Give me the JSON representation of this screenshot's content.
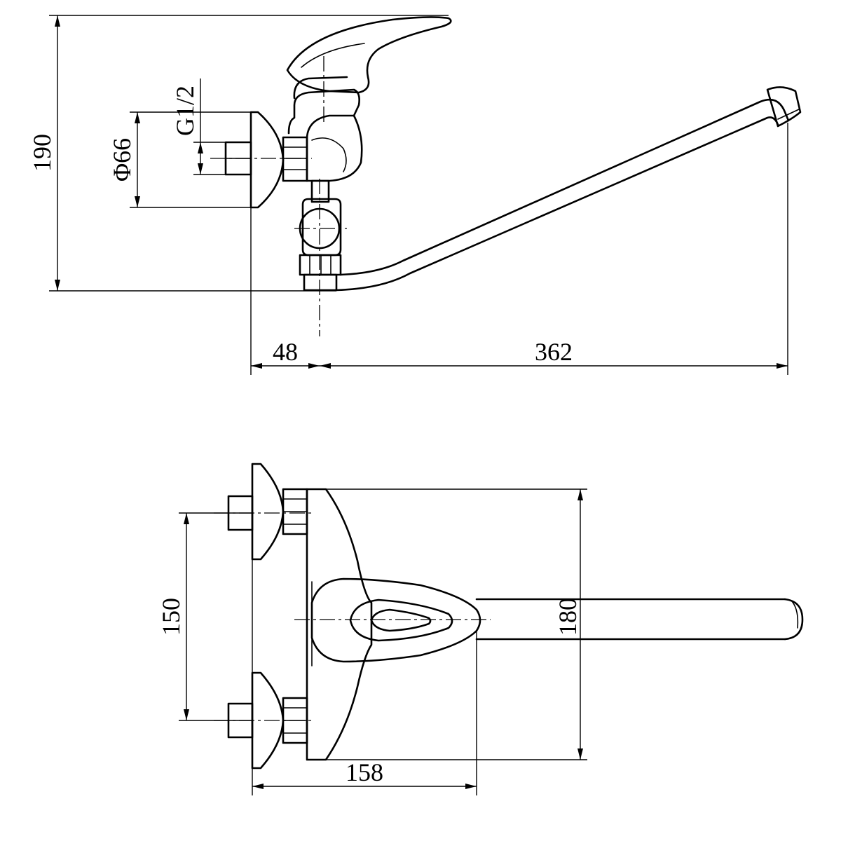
{
  "labels": {
    "height_total": "190",
    "flange_diameter": "Φ66",
    "thread_size": "G1/2",
    "wall_offset": "48",
    "spout_reach": "362",
    "center_distance": "150",
    "mixer_depth": "180",
    "plan_reach": "158"
  },
  "colors": {
    "line": "#000000",
    "background": "#ffffff"
  }
}
